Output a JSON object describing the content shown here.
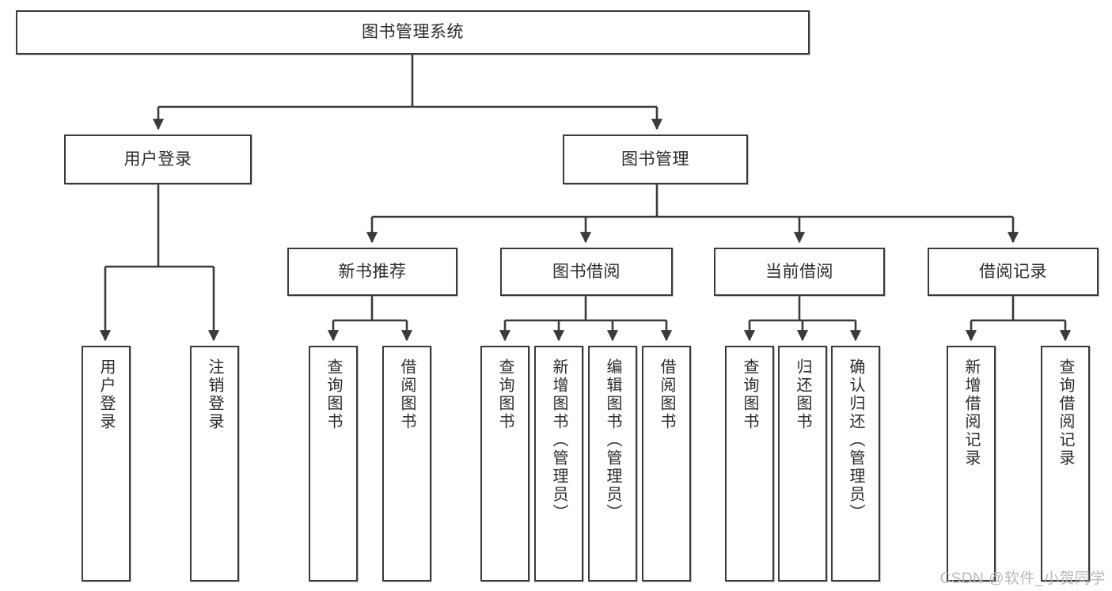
{
  "diagram": {
    "type": "tree-hierarchy-chart",
    "title": "图书管理系统",
    "line_color": "#3a3a3a",
    "box_fill": "#ffffff",
    "text_color": "#2b2b2b",
    "nodes": {
      "root": {
        "label": "图书管理系统",
        "level": 0
      },
      "l1": [
        {
          "id": "user-login",
          "label": "用户登录"
        },
        {
          "id": "book-management",
          "label": "图书管理"
        }
      ],
      "l2": [
        {
          "id": "new-book-recommend",
          "label": "新书推荐",
          "parent": "book-management"
        },
        {
          "id": "book-borrow",
          "label": "图书借阅",
          "parent": "book-management"
        },
        {
          "id": "current-borrow",
          "label": "当前借阅",
          "parent": "book-management"
        },
        {
          "id": "borrow-record",
          "label": "借阅记录",
          "parent": "book-management"
        }
      ],
      "leaves": {
        "user-login": [
          {
            "id": "leaf-user-login",
            "label": "用户登录"
          },
          {
            "id": "leaf-logout",
            "label": "注销登录"
          }
        ],
        "new-book-recommend": [
          {
            "id": "leaf-query-book-1",
            "label": "查询图书"
          },
          {
            "id": "leaf-borrow-book-1",
            "label": "借阅图书"
          }
        ],
        "book-borrow": [
          {
            "id": "leaf-query-book-2",
            "label": "查询图书"
          },
          {
            "id": "leaf-add-book",
            "label": "新增图书（管理员）"
          },
          {
            "id": "leaf-edit-book",
            "label": "编辑图书（管理员）"
          },
          {
            "id": "leaf-borrow-book-2",
            "label": "借阅图书"
          }
        ],
        "current-borrow": [
          {
            "id": "leaf-query-book-3",
            "label": "查询图书"
          },
          {
            "id": "leaf-return-book",
            "label": "归还图书"
          },
          {
            "id": "leaf-confirm-return",
            "label": "确认归还（管理员）"
          }
        ],
        "borrow-record": [
          {
            "id": "leaf-add-record",
            "label": "新增借阅记录"
          },
          {
            "id": "leaf-query-record",
            "label": "查询借阅记录"
          }
        ]
      }
    }
  },
  "watermark": {
    "text": "CSDN @软件_小贺同学"
  }
}
